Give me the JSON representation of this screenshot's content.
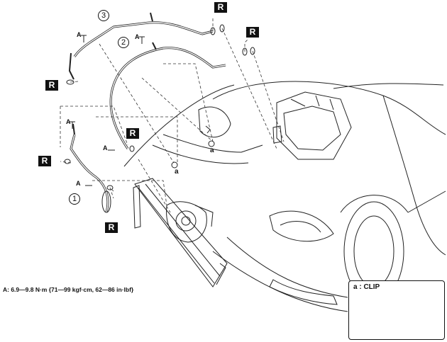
{
  "callouts": {
    "n1": "1",
    "n2": "2",
    "n3": "3"
  },
  "labels": {
    "r": "R",
    "a": "A",
    "clip_a": "a"
  },
  "torque_note": "A: 6.9—9.8 N·m {71—99 kgf·cm, 62—86 in·lbf}",
  "inset": {
    "title": "a : CLIP"
  }
}
